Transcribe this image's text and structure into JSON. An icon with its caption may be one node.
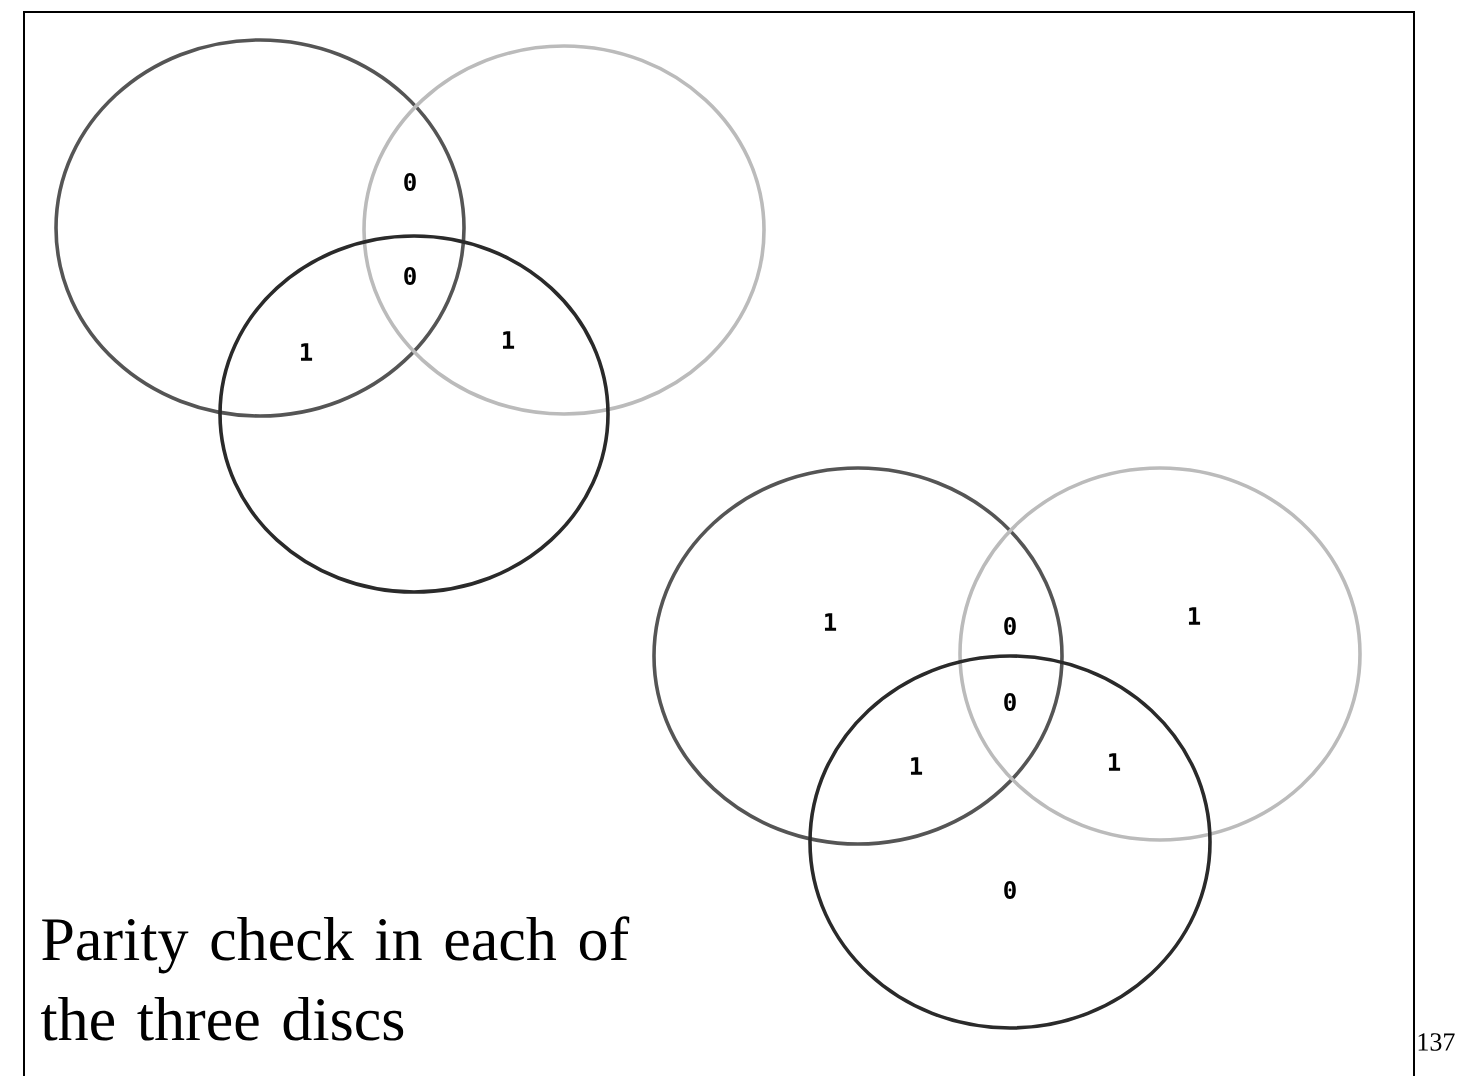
{
  "diagram": {
    "labels": [
      "0",
      "0",
      "1",
      "1",
      "1",
      "0",
      "1",
      "0",
      "1",
      "1",
      "0",
      "Parity check in each of the three discs",
      "137"
    ]
  }
}
